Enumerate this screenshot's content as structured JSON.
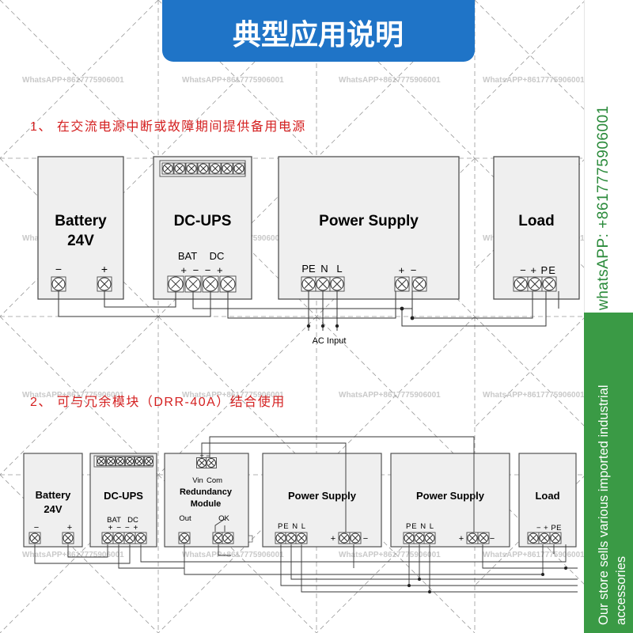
{
  "header": {
    "title": "典型应用说明",
    "color": "#1f74c7"
  },
  "watermark": {
    "text": "WhatsAPP+8617775906001"
  },
  "section1": {
    "heading": "1、 在交流电源中断或故障期间提供备用电源",
    "battery": {
      "name_line1": "Battery",
      "name_line2": "24V",
      "minus": "−",
      "plus": "+"
    },
    "ups": {
      "name": "DC-UPS",
      "bat": "BAT",
      "dc": "DC",
      "pins": "+ − − +"
    },
    "psu": {
      "name": "Power Supply",
      "pe": "PE",
      "n": "N",
      "l": "L",
      "out": "+ −",
      "ac_input": "AC Input"
    },
    "load": {
      "name": "Load",
      "pins": "− + PE"
    }
  },
  "section2": {
    "heading": "2、 可与冗余模块（DRR-40A）结合使用",
    "battery": {
      "name_line1": "Battery",
      "name_line2": "24V",
      "minus": "−",
      "plus": "+"
    },
    "ups": {
      "name": "DC-UPS",
      "bat": "BAT",
      "dc": "DC",
      "pins": "+ − − +"
    },
    "redundancy": {
      "vin_pins": "+ −",
      "vin": "Vin",
      "com": "Com",
      "name_line1": "Redundancy",
      "name_line2": "Module",
      "out": "Out",
      "ok": "OK"
    },
    "psu1": {
      "name": "Power Supply",
      "pins": "PE N L",
      "plus": "+",
      "minus": "−"
    },
    "psu2": {
      "name": "Power Supply",
      "pins": "PE N L",
      "plus": "+",
      "minus": "−"
    },
    "load": {
      "name": "Load",
      "pins": "− + PE"
    }
  },
  "sidebar": {
    "whatsapp": "whatsAPP:  +8617775906001",
    "store": "Our store sells various imported industrial accessories",
    "accent": "#3a9a45"
  }
}
